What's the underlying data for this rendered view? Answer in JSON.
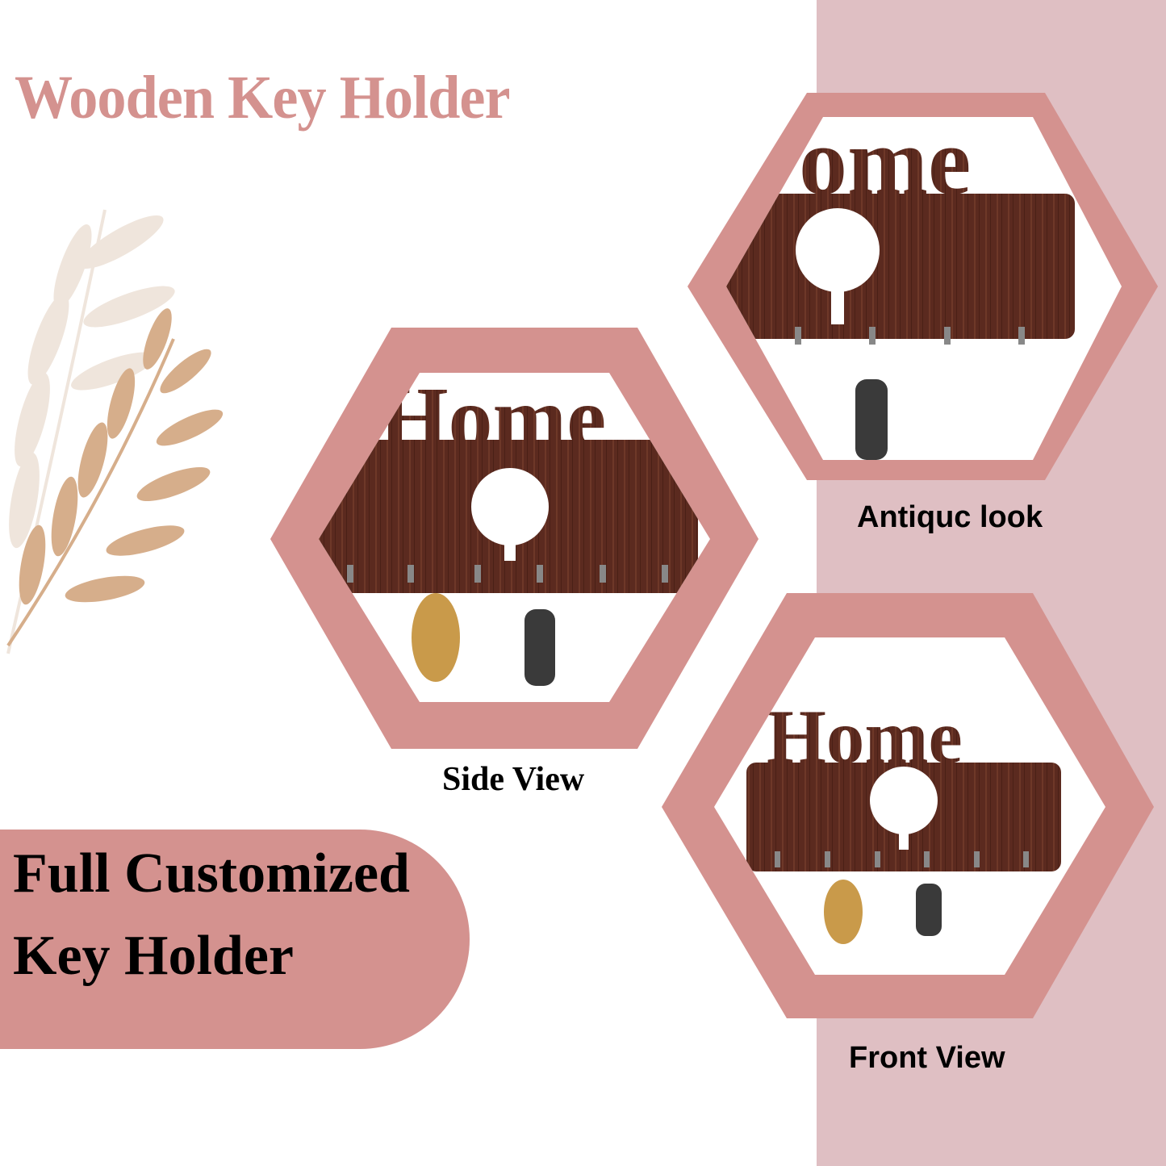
{
  "title": "Wooden Key Holder",
  "promo": {
    "line1": "Full Customized",
    "line2": "Key Holder"
  },
  "views": [
    {
      "caption": "Side View",
      "board_text": "Home"
    },
    {
      "caption": "Antiquc look",
      "board_text": "ome"
    },
    {
      "caption": "Front View",
      "board_text": "Home"
    }
  ],
  "colors": {
    "accent": "#d4928f",
    "band": "#dfbfc3",
    "wood": "#5b2a1f",
    "leaf_light": "#efe5dc",
    "leaf_tan": "#d6ae8b"
  }
}
